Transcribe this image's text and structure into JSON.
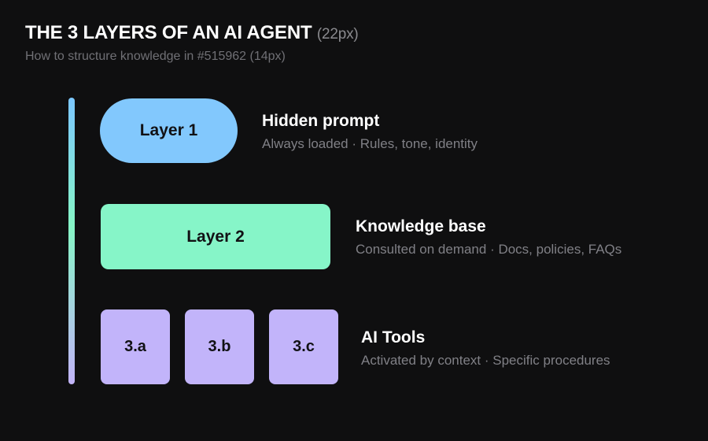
{
  "header": {
    "title": "THE 3 LAYERS OF AN AI AGENT",
    "title_hint": "(22px)",
    "subtitle": "How to structure knowledge in #515962 (14px)"
  },
  "colors": {
    "background": "#0f0f10",
    "layer1": "#82c8fd",
    "layer2": "#86f5c8",
    "layer3": "#c2b4fa"
  },
  "layers": [
    {
      "box_label": "Layer 1",
      "heading": "Hidden prompt",
      "description": "Always loaded · Rules, tone, identity"
    },
    {
      "box_label": "Layer 2",
      "heading": "Knowledge base",
      "description": "Consulted on demand · Docs, policies, FAQs"
    },
    {
      "box_labels": [
        "3.a",
        "3.b",
        "3.c"
      ],
      "heading": "AI Tools",
      "description": "Activated by context · Specific procedures"
    }
  ]
}
